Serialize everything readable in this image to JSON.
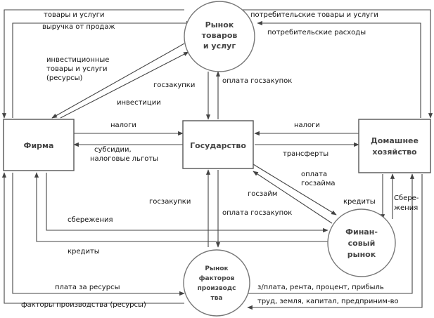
{
  "nodes": {
    "goods_market": {
      "lines": [
        "Рынок",
        "товаров",
        "и услуг"
      ]
    },
    "firm": {
      "label": "Фирма"
    },
    "government": {
      "label": "Государство"
    },
    "household": {
      "lines": [
        "Домашнее",
        "хозяйство"
      ]
    },
    "financial_market": {
      "lines": [
        "Финан-",
        "совый",
        "рынок"
      ]
    },
    "factor_market": {
      "lines": [
        "Рынок",
        "факторов",
        "производс",
        "тва"
      ]
    }
  },
  "flows": {
    "goods_services": "товары и услуги",
    "sales_revenue": "выручка от продаж",
    "consumer_goods": "потребительские товары и услуги",
    "consumer_spending": "потребительские расходы",
    "investment_goods": [
      "инвестиционные",
      "товары и услуги",
      "(ресурсы)"
    ],
    "gov_purchases_top": "госзакупки",
    "investments": "инвестиции",
    "payment_gov_purchases_top": "оплата госзакупок",
    "taxes_firm": "налоги",
    "subsidies": [
      "субсидии,",
      "налоговые льготы"
    ],
    "taxes_household": "налоги",
    "transfers": "трансферты",
    "loan_repayment": [
      "оплата",
      "госзайма"
    ],
    "gov_loan": "госзайм",
    "credits_fin": "кредиты",
    "savings_household": [
      "Сбере-",
      "жения"
    ],
    "gov_purchases_bottom": "госзакупки",
    "payment_gov_purchases_bottom": "оплата госзакупок",
    "savings_firm": "сбережения",
    "credits_firm": "кредиты",
    "payment_resources": "плата за ресурсы",
    "factors_of_production": "факторы производства (ресурсы)",
    "income": "з/плата, рента, процент, прибыль",
    "labor_land": "труд, земля, капитал, предприним-во"
  },
  "colors": {
    "stroke": "#444444",
    "box_border": "#555555",
    "node_text": "#444444"
  }
}
